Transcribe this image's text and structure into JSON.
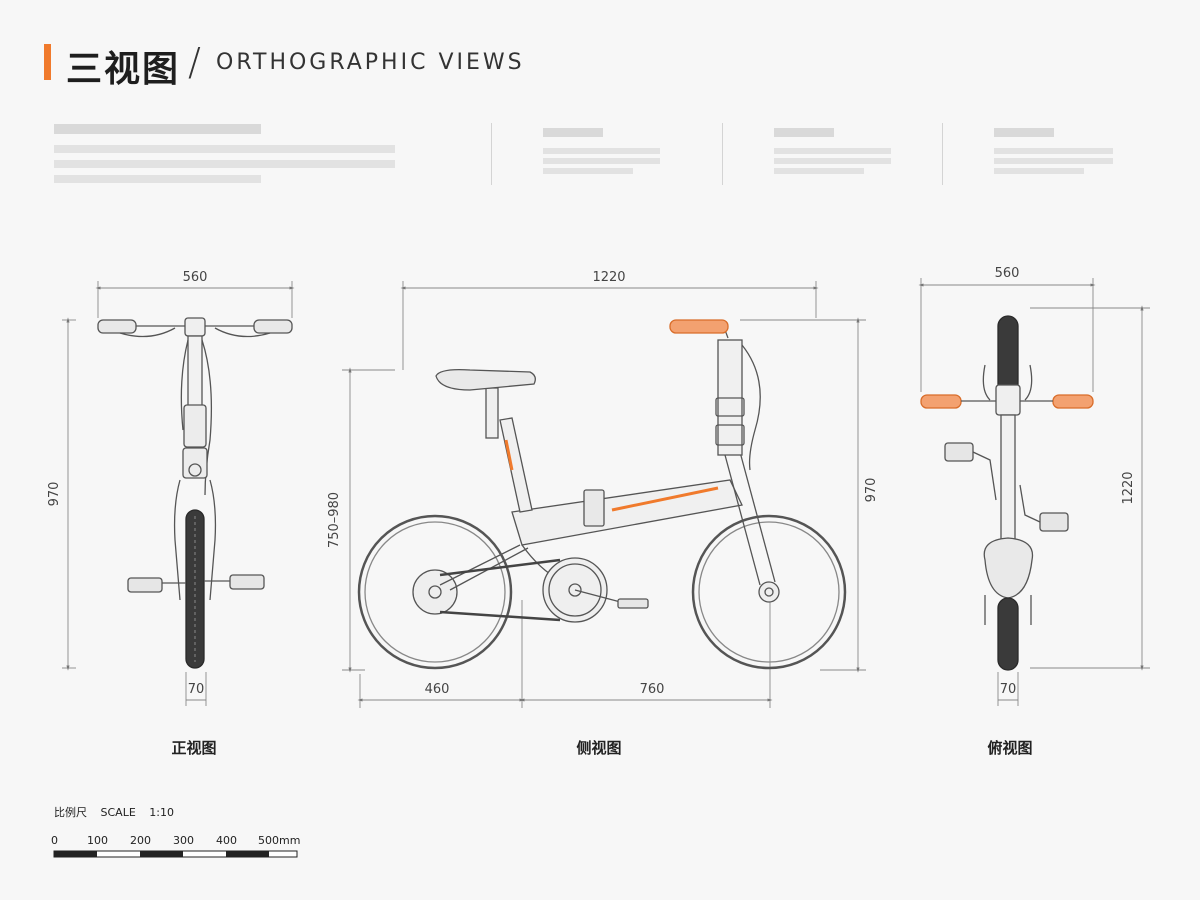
{
  "header": {
    "title_cn": "三视图",
    "slash": "/",
    "title_en": "ORTHOGRAPHIC VIEWS"
  },
  "colors": {
    "accent": "#f07a2c",
    "line": "#555555",
    "dim_line": "#888888",
    "background": "#f7f7f7"
  },
  "front_view": {
    "label": "正视图",
    "width_dim": "560",
    "height_dim": "970",
    "tire_dim": "70"
  },
  "side_view": {
    "label": "侧视图",
    "length_dim": "1220",
    "seat_height_dim": "750–980",
    "height_dim": "970",
    "rear_dim": "460",
    "front_dim": "760"
  },
  "top_view": {
    "label": "俯视图",
    "width_dim": "560",
    "length_dim": "1220",
    "tire_dim": "70"
  },
  "scale": {
    "label_cn": "比例尺",
    "label_en": "SCALE",
    "ratio": "1:10",
    "ticks": [
      "0",
      "100",
      "200",
      "300",
      "400",
      "500mm"
    ]
  }
}
